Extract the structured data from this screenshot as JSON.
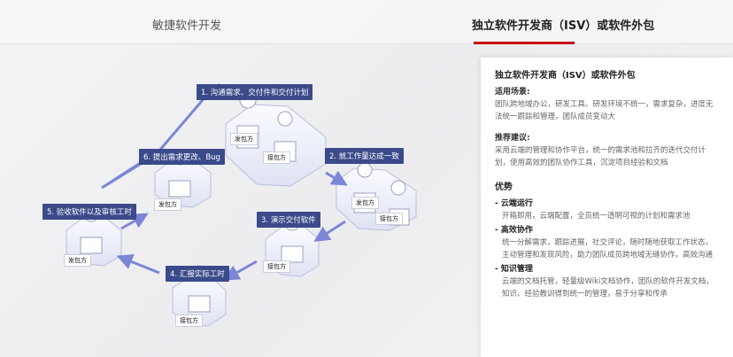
{
  "tabs": [
    {
      "label": "敏捷软件开发"
    },
    {
      "label": "独立软件开发商（ISV）或软件外包"
    }
  ],
  "diagram": {
    "steps": [
      "1. 沟通需求、交付件和交付计划",
      "2. 就工作量达成一致",
      "3. 演示交付软件",
      "4. 汇报实际工时",
      "5. 验收软件以及审核工时",
      "6. 提出需求更改、Bug"
    ],
    "client": "发包方",
    "vendor": "接包方"
  },
  "panel": {
    "title": "独立软件开发商（ISV）或软件外包",
    "scenario_label": "适用场景:",
    "scenario": "团队跨地域办公，研发工具、研发环境不统一，需求复杂，进度无法统一跟踪和管理，团队成员变动大",
    "advice_label": "推荐建议:",
    "advice": "采用云端的管理和协作平台，统一的需求池和拉齐的迭代交付计划，使用高效的团队协作工具，沉淀项目经验和文档",
    "advantages_title": "优势",
    "advantages": [
      {
        "title": "- 云端运行",
        "text": "开箱即用，云端配置，全员统一透明可视的计划和需求池"
      },
      {
        "title": "- 高效协作",
        "text": "统一分解需求，跟踪进展，社交评论，随时随地获取工作状态，主动管理和发现风险，助力团队成员跨地域无缝协作，高效沟通"
      },
      {
        "title": "- 知识管理",
        "text": "云端的文档托管，轻量级Wiki文档协作，团队的软件开发文档，知识、经验教训得到统一的管理，易于分享和传承"
      }
    ]
  },
  "colors": {
    "accent": "#c7000b",
    "label_bg": "#3a4a8a",
    "arrow": "#7b86d6"
  }
}
